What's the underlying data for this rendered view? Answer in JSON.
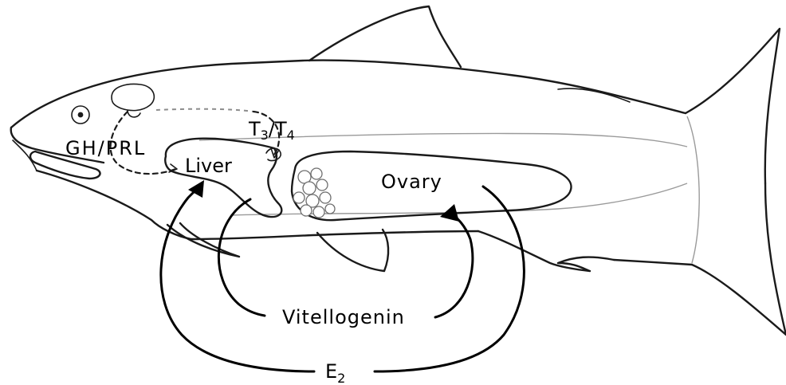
{
  "labels": {
    "hormones_pituitary": "GH/PRL",
    "thyroid_main1": "T",
    "thyroid_sub1": "3",
    "thyroid_slash": "/T",
    "thyroid_sub2": "4",
    "liver": "Liver",
    "ovary": "Ovary",
    "vitellogenin": "Vitellogenin",
    "estradiol_main": "E",
    "estradiol_sub": "2"
  },
  "colors": {
    "ink": "#1a1a1a",
    "arrow": "#000000",
    "background": "#ffffff"
  }
}
